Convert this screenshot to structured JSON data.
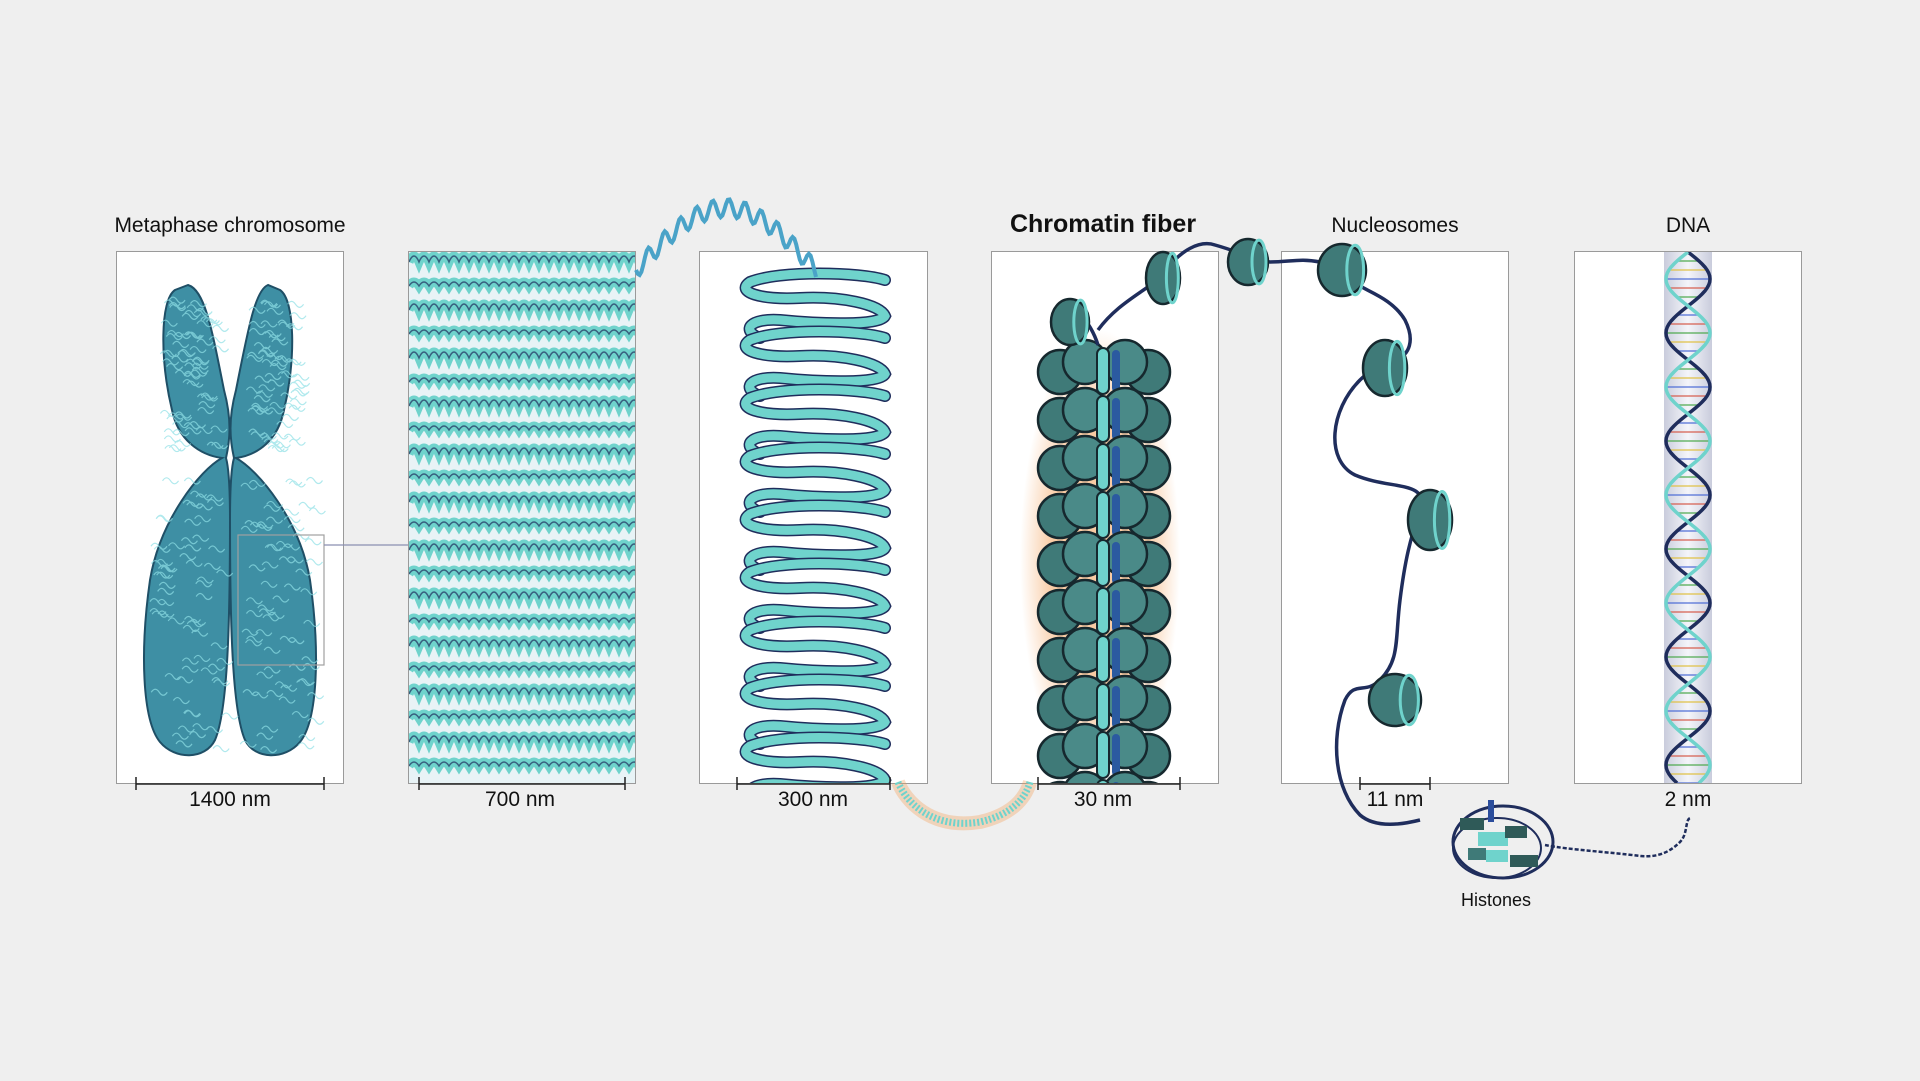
{
  "title": "Chromatin fiber",
  "colors": {
    "background": "#efefef",
    "dna_teal": "#6fd3cc",
    "dna_dark": "#1f2d5c",
    "histone": "#3f7a78",
    "chromosome": "#3e8fa4",
    "halo": "#f3a15a"
  },
  "panels": [
    {
      "label": "Metaphase chromosome",
      "scale": "1400 nm"
    },
    {
      "label": "",
      "scale": "700 nm"
    },
    {
      "label": "",
      "scale": "300 nm"
    },
    {
      "label": "",
      "scale": "30 nm"
    },
    {
      "label": "Nucleosomes",
      "scale": "11 nm"
    },
    {
      "label": "DNA",
      "scale": "2 nm"
    }
  ],
  "callouts": {
    "histones": "Histones"
  }
}
